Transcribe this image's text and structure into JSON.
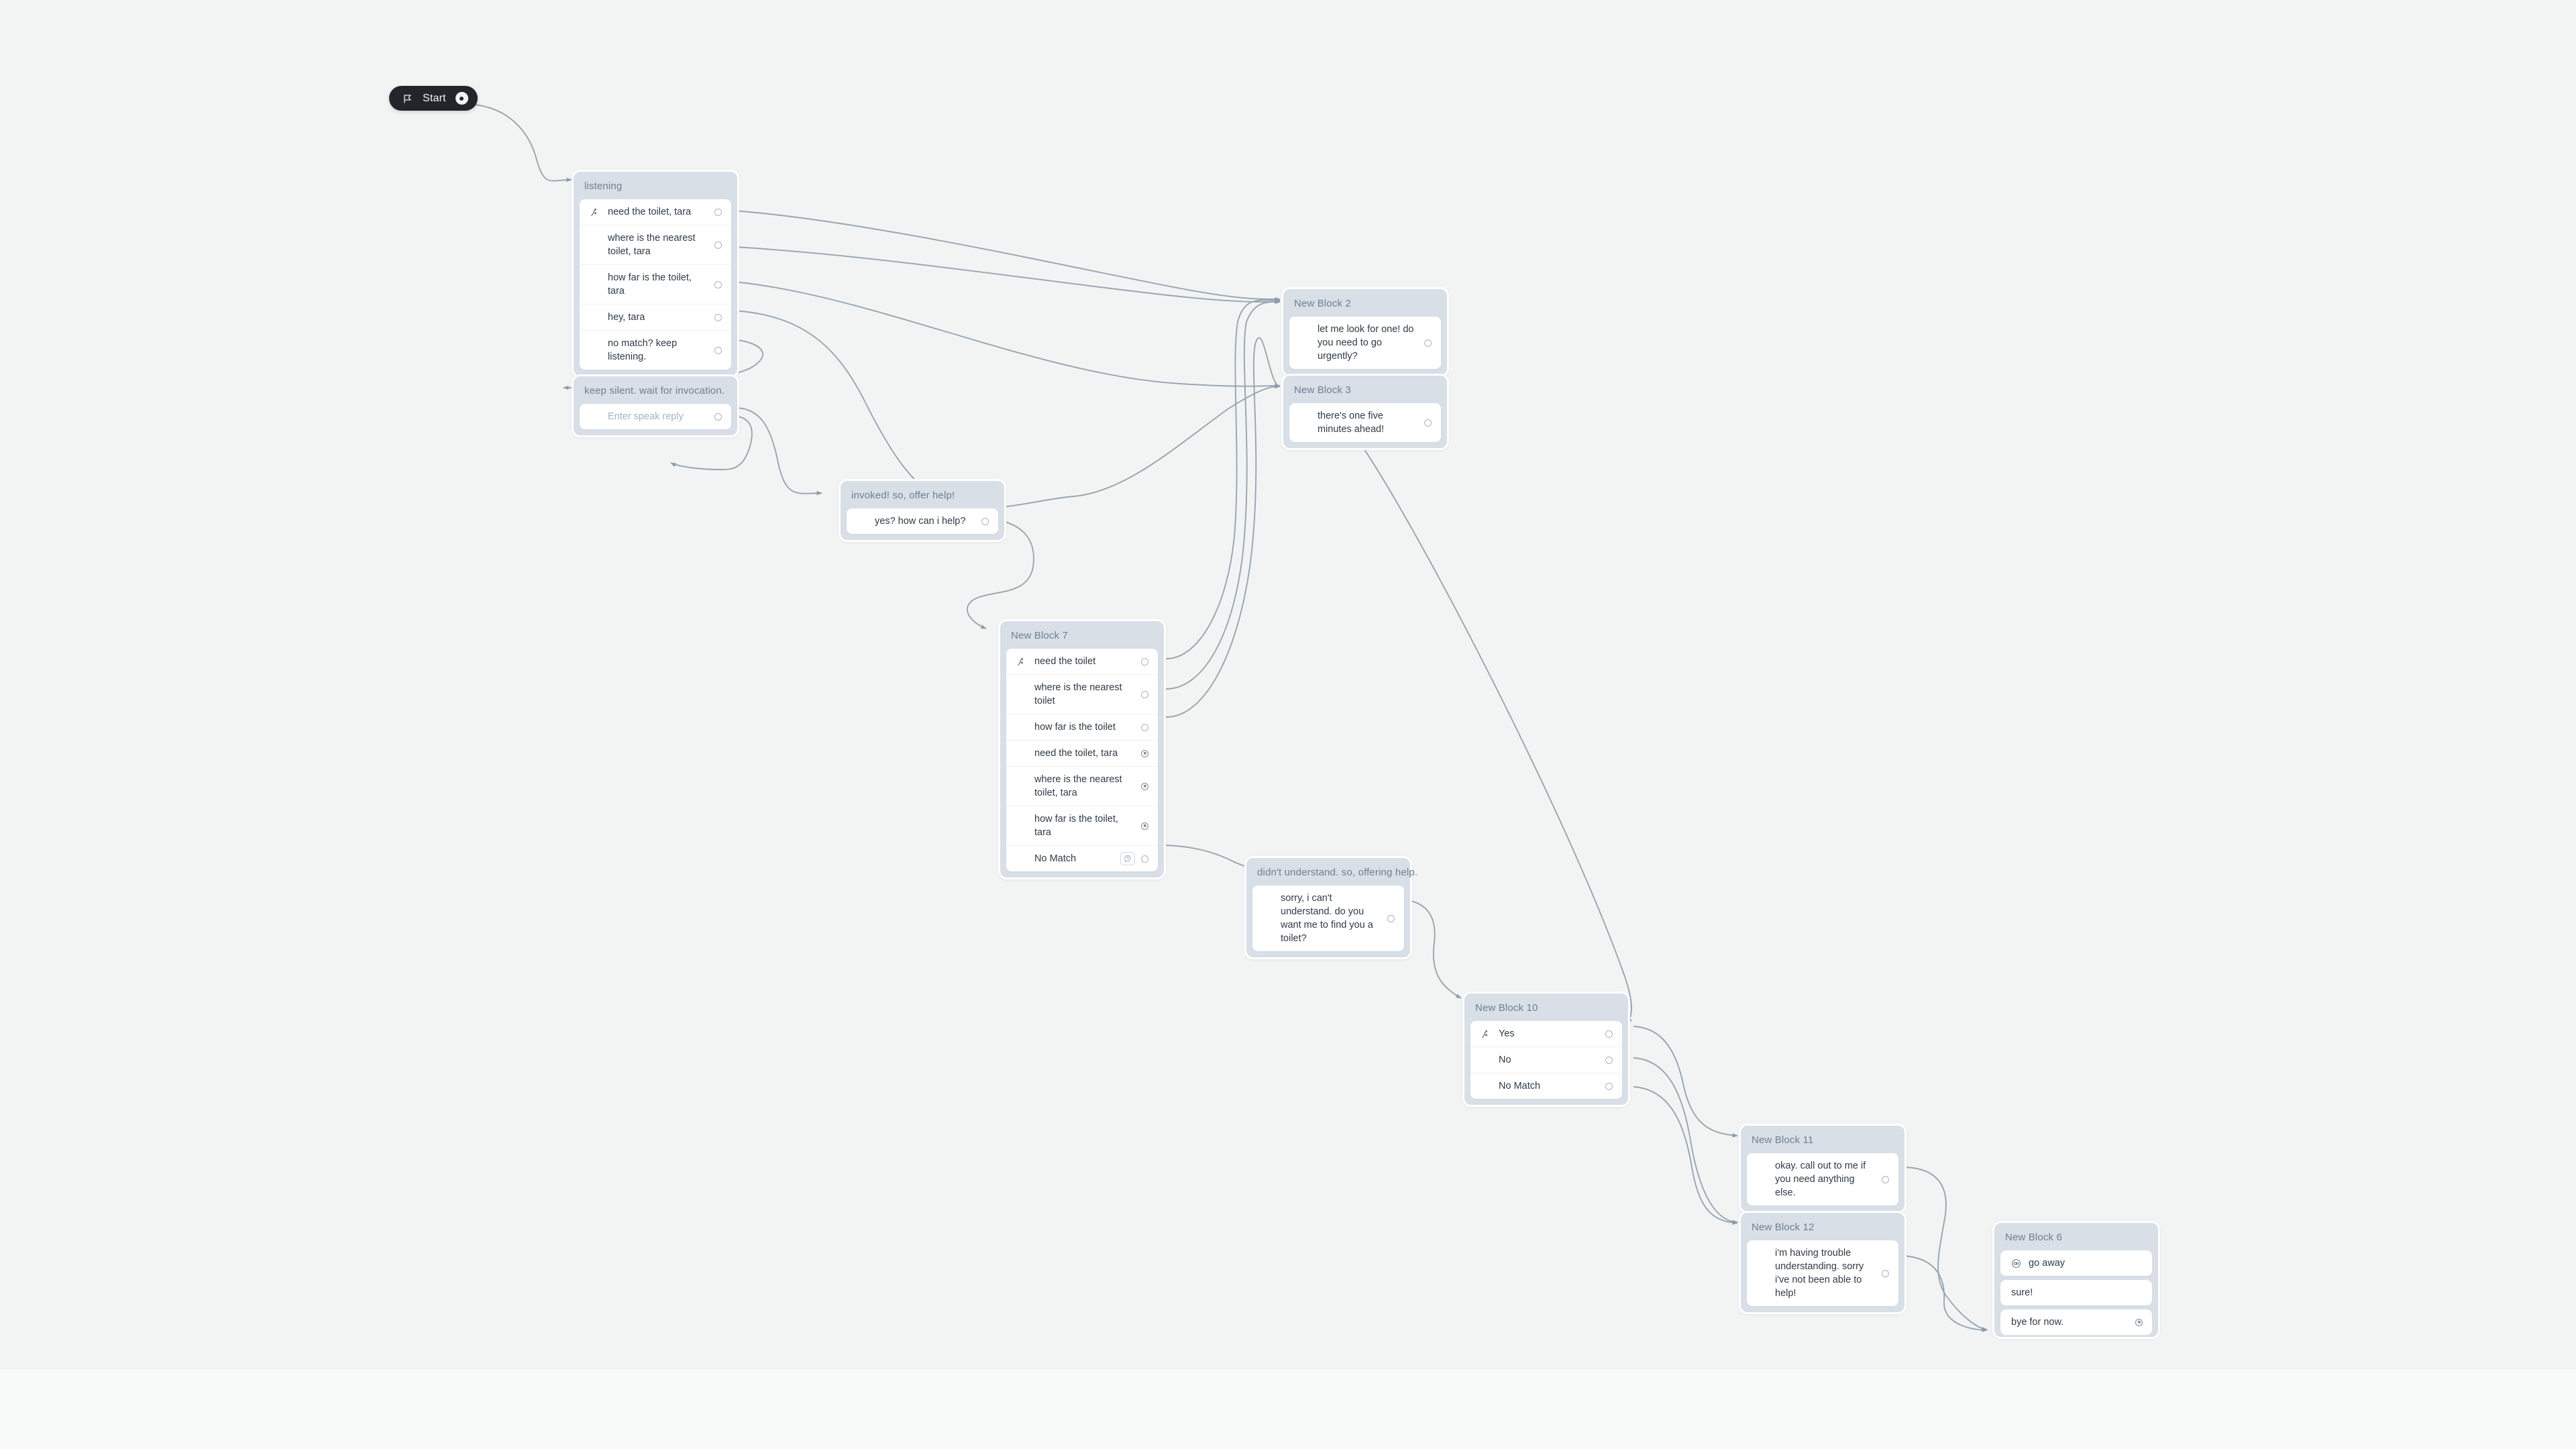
{
  "canvas": {
    "background": "#f2f4f4",
    "bottom_bar_background": "#f8f9f9",
    "edge_color": "#97a5b1",
    "block_background": "#d8dfe6",
    "block_title_color": "#6e7f92",
    "row_text_color": "#2f3a47",
    "port_color": "#a8b4bf"
  },
  "start": {
    "label": "Start",
    "icon": "flag-icon",
    "port_icon": "output-port"
  },
  "blocks": [
    {
      "id": "listening",
      "title": "listening",
      "style": "list",
      "rows": [
        {
          "text": "need the toilet, tara",
          "lead_icon": "fork-icon",
          "port": "hollow"
        },
        {
          "text": "where is the nearest toilet, tara",
          "lead_icon": "",
          "port": "hollow"
        },
        {
          "text": "how far is the toilet, tara",
          "lead_icon": "",
          "port": "hollow"
        },
        {
          "text": "hey, tara",
          "lead_icon": "",
          "port": "hollow"
        },
        {
          "text": "no match? keep listening.",
          "lead_icon": "",
          "port": "hollow"
        }
      ]
    },
    {
      "id": "keep-silent",
      "title": "keep silent. wait for invocation.",
      "style": "list",
      "rows": [
        {
          "text": "Enter speak reply",
          "is_placeholder": true,
          "lead_icon": "",
          "port": "hollow"
        }
      ]
    },
    {
      "id": "invoked",
      "title": "invoked! so, offer help!",
      "style": "list",
      "rows": [
        {
          "text": "yes? how can i help?",
          "lead_icon": "",
          "port": "hollow"
        }
      ]
    },
    {
      "id": "new-block-2",
      "title": "New Block 2",
      "style": "list",
      "rows": [
        {
          "text": "let me look for one!  do you need to go urgently?",
          "lead_icon": "",
          "port": "hollow"
        }
      ]
    },
    {
      "id": "new-block-3",
      "title": "New Block 3",
      "style": "list",
      "rows": [
        {
          "text": "there's one five minutes ahead!",
          "lead_icon": "",
          "port": "hollow"
        }
      ]
    },
    {
      "id": "new-block-7",
      "title": "New Block 7",
      "style": "list",
      "rows": [
        {
          "text": "need the toilet",
          "lead_icon": "fork-icon",
          "port": "hollow"
        },
        {
          "text": "where is the nearest toilet",
          "lead_icon": "",
          "port": "hollow"
        },
        {
          "text": "how far is the toilet",
          "lead_icon": "",
          "port": "hollow"
        },
        {
          "text": "need the toilet, tara",
          "lead_icon": "",
          "port": "filled"
        },
        {
          "text": "where is the nearest toilet, tara",
          "lead_icon": "",
          "port": "filled"
        },
        {
          "text": "how far is the toilet, tara",
          "lead_icon": "",
          "port": "filled"
        },
        {
          "text": "No Match",
          "lead_icon": "",
          "port": "hollow",
          "help_button": "question-icon"
        }
      ]
    },
    {
      "id": "didnt-understand",
      "title": "didn't understand. so, offering help.",
      "style": "list",
      "rows": [
        {
          "text": "sorry, i can't understand. do you want me to find you a toilet?",
          "lead_icon": "",
          "port": "hollow"
        }
      ]
    },
    {
      "id": "new-block-10",
      "title": "New Block 10",
      "style": "list",
      "rows": [
        {
          "text": "Yes",
          "lead_icon": "fork-icon",
          "port": "hollow"
        },
        {
          "text": "No",
          "lead_icon": "",
          "port": "hollow"
        },
        {
          "text": "No Match",
          "lead_icon": "",
          "port": "hollow"
        }
      ]
    },
    {
      "id": "new-block-11",
      "title": "New Block 11",
      "style": "list",
      "rows": [
        {
          "text": "okay. call out to me if you need anything else.",
          "lead_icon": "",
          "port": "hollow"
        }
      ]
    },
    {
      "id": "new-block-12",
      "title": "New Block 12",
      "style": "list",
      "rows": [
        {
          "text": "i'm having trouble understanding. sorry i've not been able to help!",
          "lead_icon": "",
          "port": "hollow"
        }
      ]
    },
    {
      "id": "new-block-6",
      "title": "New Block 6",
      "style": "cards",
      "rows": [
        {
          "text": "go away",
          "lead_icon": "mic-icon",
          "port": "none"
        },
        {
          "text": "sure!",
          "lead_icon": "",
          "port": "none"
        },
        {
          "text": "bye for now.",
          "lead_icon": "",
          "port": "filled"
        }
      ]
    }
  ]
}
